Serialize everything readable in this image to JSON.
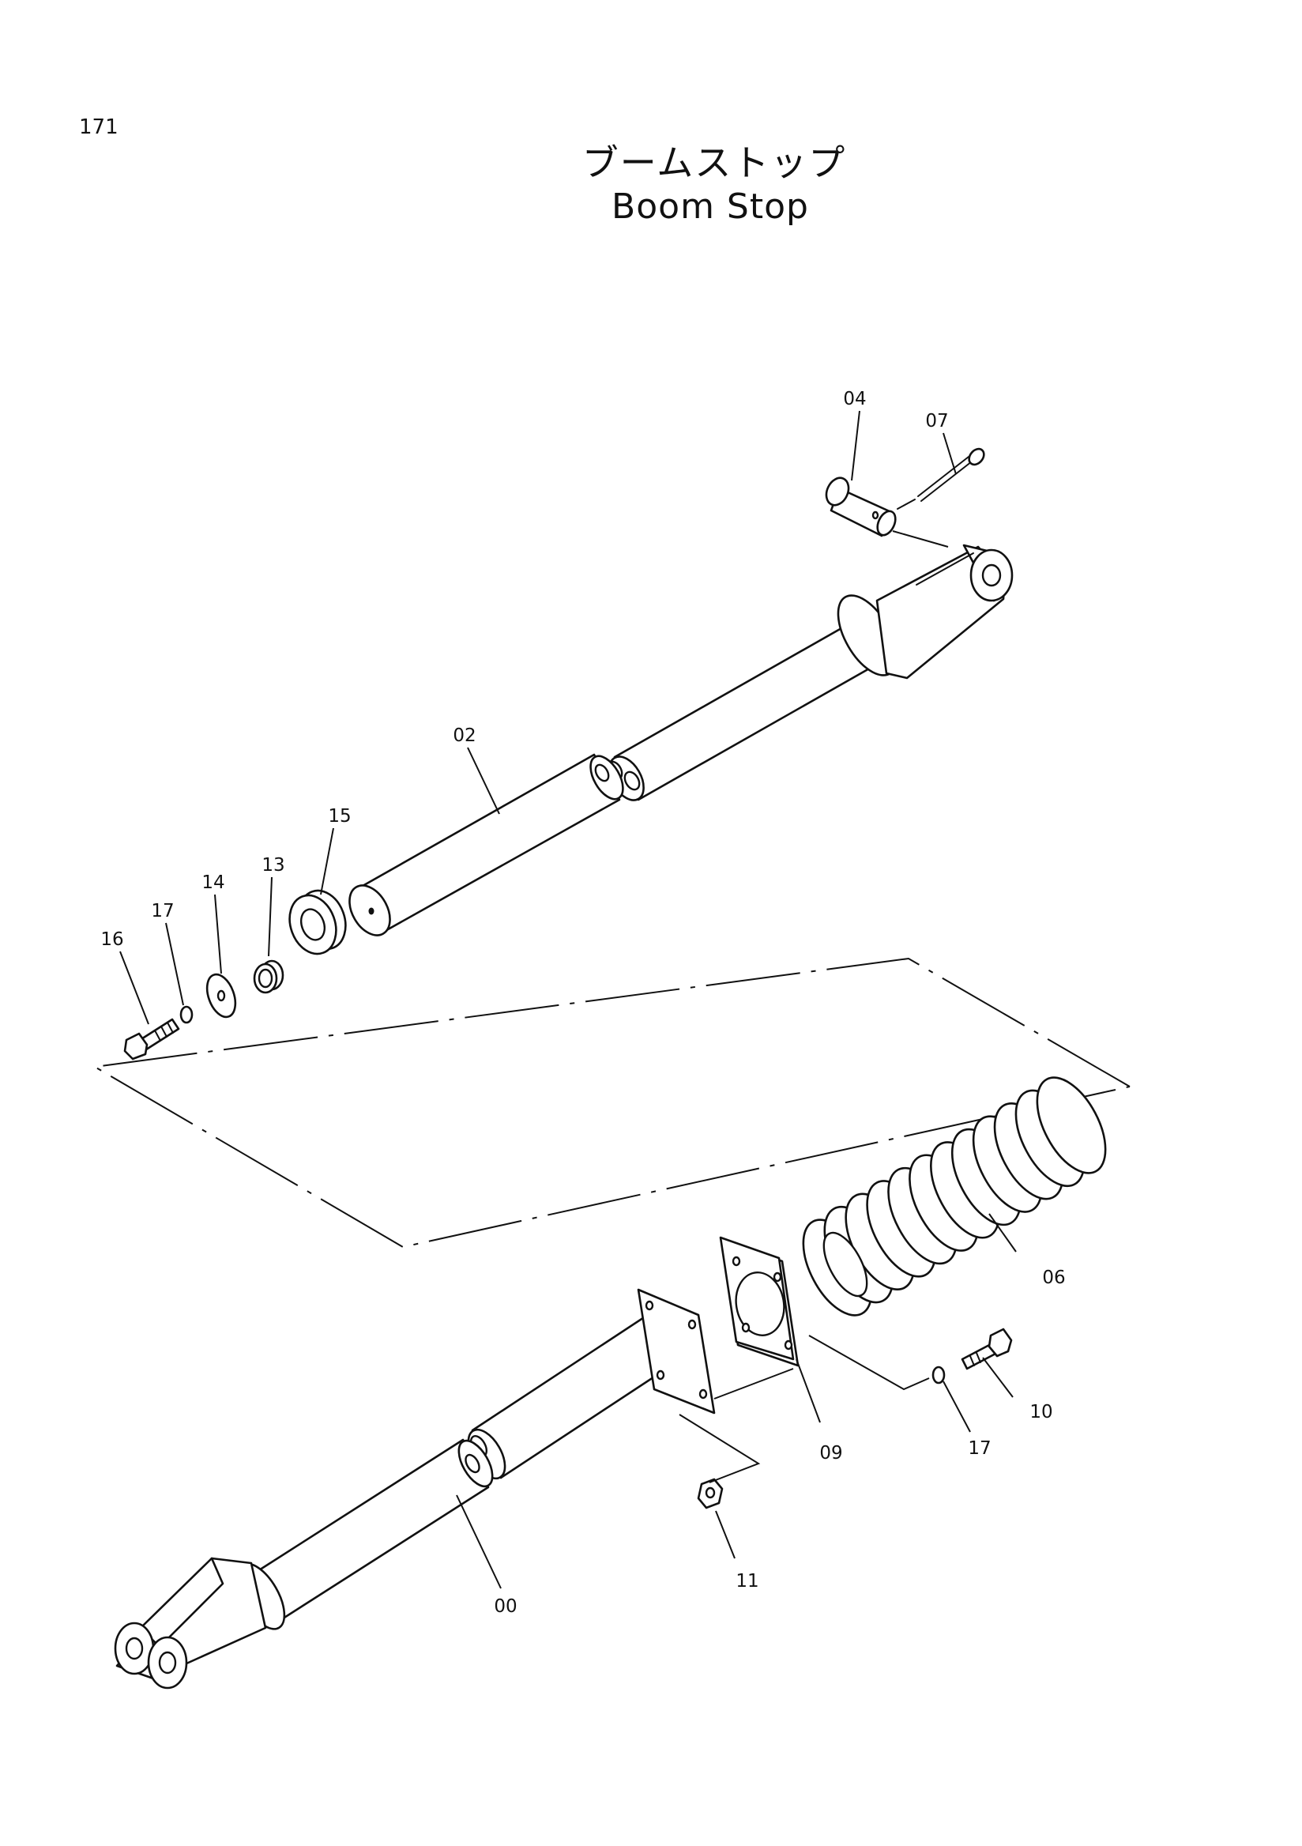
{
  "page": {
    "number": "171"
  },
  "title": {
    "ja": "ブームストップ",
    "en": "Boom Stop"
  },
  "callouts": [
    "00",
    "02",
    "04",
    "06",
    "07",
    "09",
    "10",
    "11",
    "13",
    "14",
    "15",
    "16",
    "17",
    "17"
  ],
  "diagram": {
    "type": "exploded-parts-view",
    "line_color": "#111111",
    "background": "#ffffff"
  }
}
